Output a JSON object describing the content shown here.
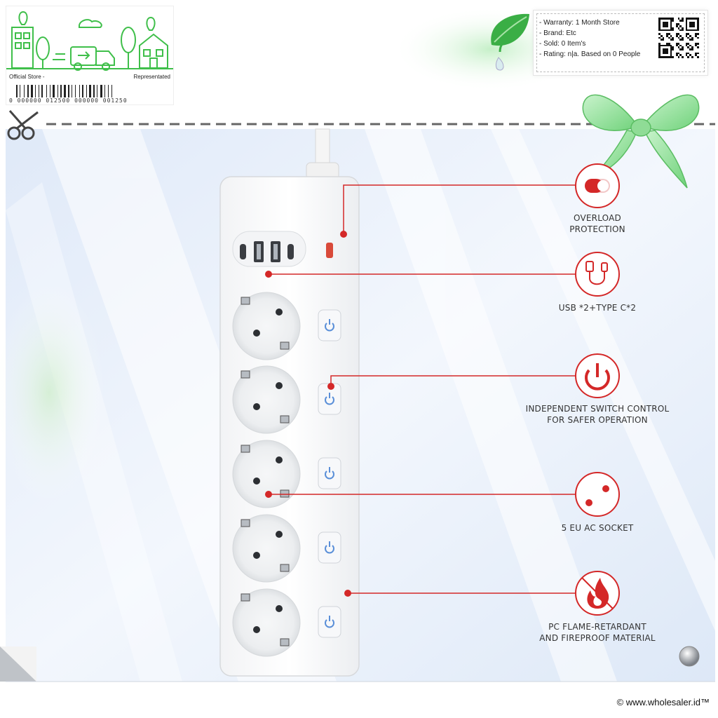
{
  "store_badge": {
    "left_label": "Official Store -",
    "right_label": "Representated",
    "barcode_number": "0 000000 012500 000000 001250"
  },
  "info_box": {
    "warranty": "- Warranty: 1 Month Store",
    "brand": "- Brand: Etc",
    "sold": "- Sold: 0 Item's",
    "rating": "- Rating: n|a. Based on 0 People"
  },
  "features": [
    {
      "line1": "OVERLOAD",
      "line2": "PROTECTION",
      "icon": "toggle-switch-icon"
    },
    {
      "line1": "USB *2+TYPE C*2",
      "line2": "",
      "icon": "usb-cable-icon"
    },
    {
      "line1": "INDEPENDENT SWITCH CONTROL",
      "line2": "FOR SAFER OPERATION",
      "icon": "power-icon"
    },
    {
      "line1": "5 EU AC SOCKET",
      "line2": "",
      "icon": "socket-icon"
    },
    {
      "line1": "PC FLAME-RETARDANT",
      "line2": "AND FIREPROOF MATERIAL",
      "icon": "fireproof-icon"
    }
  ],
  "colors": {
    "accent_red": "#d42828",
    "badge_green": "#3fbf4a",
    "strip_white": "#f4f6f8"
  },
  "footer": {
    "copyright": "© www.wholesaler.id™"
  }
}
